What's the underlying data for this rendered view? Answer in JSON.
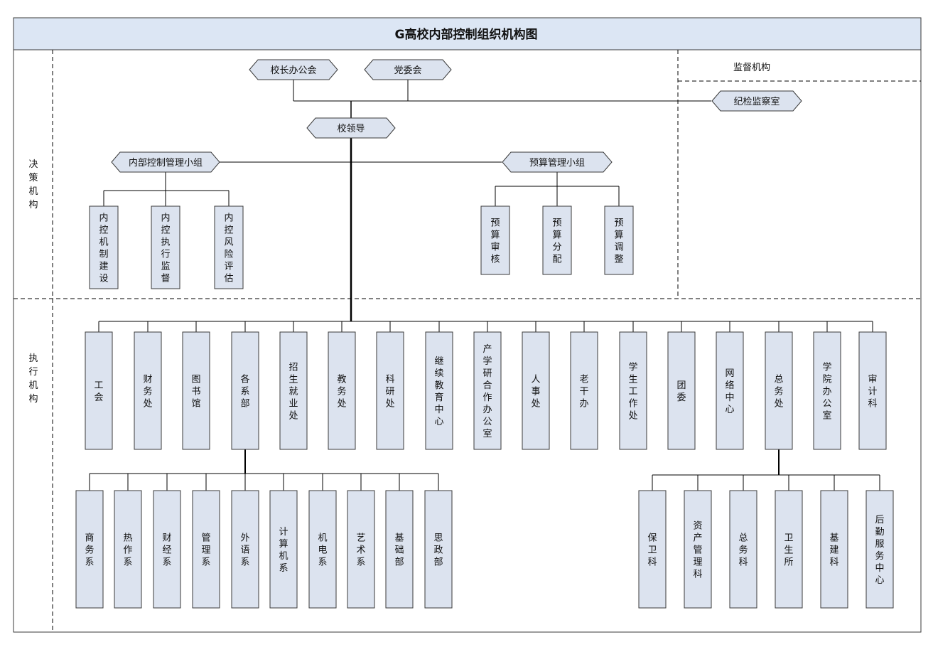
{
  "title": "G高校内部控制组织机构图",
  "colors": {
    "box_fill": "#dce3ef",
    "box_stroke": "#3a3a3a",
    "title_fill": "#dce6f4",
    "line": "#000000"
  },
  "sections": {
    "decision": "决策机构",
    "execution": "执行机构",
    "supervision": "监督机构"
  },
  "top_nodes": {
    "president_office": "校长办公会",
    "party_committee": "党委会",
    "school_leaders": "校领导",
    "internal_control_group": "内部控制管理小组",
    "budget_group": "预算管理小组",
    "discipline_office": "纪检监察室"
  },
  "internal_control_items": [
    "内控机制建设",
    "内控执行监督",
    "内控风险评估"
  ],
  "budget_items": [
    "预算审核",
    "预算分配",
    "预算调整"
  ],
  "execution_units": [
    "工会",
    "财务处",
    "图书馆",
    "各系部",
    "招生就业处",
    "教务处",
    "科研处",
    "继续教育中心",
    "产学研合作办公室",
    "人事处",
    "老干办",
    "学生工作处",
    "团委",
    "网络中心",
    "总务处",
    "学院办公室",
    "审计科"
  ],
  "departments": [
    "商务系",
    "热作系",
    "财经系",
    "管理系",
    "外语系",
    "计算机系",
    "机电系",
    "艺术系",
    "基础部",
    "思政部"
  ],
  "general_affairs_units": [
    "保卫科",
    "资产管理科",
    "总务科",
    "卫生所",
    "基建科",
    "后勤服务中心"
  ]
}
